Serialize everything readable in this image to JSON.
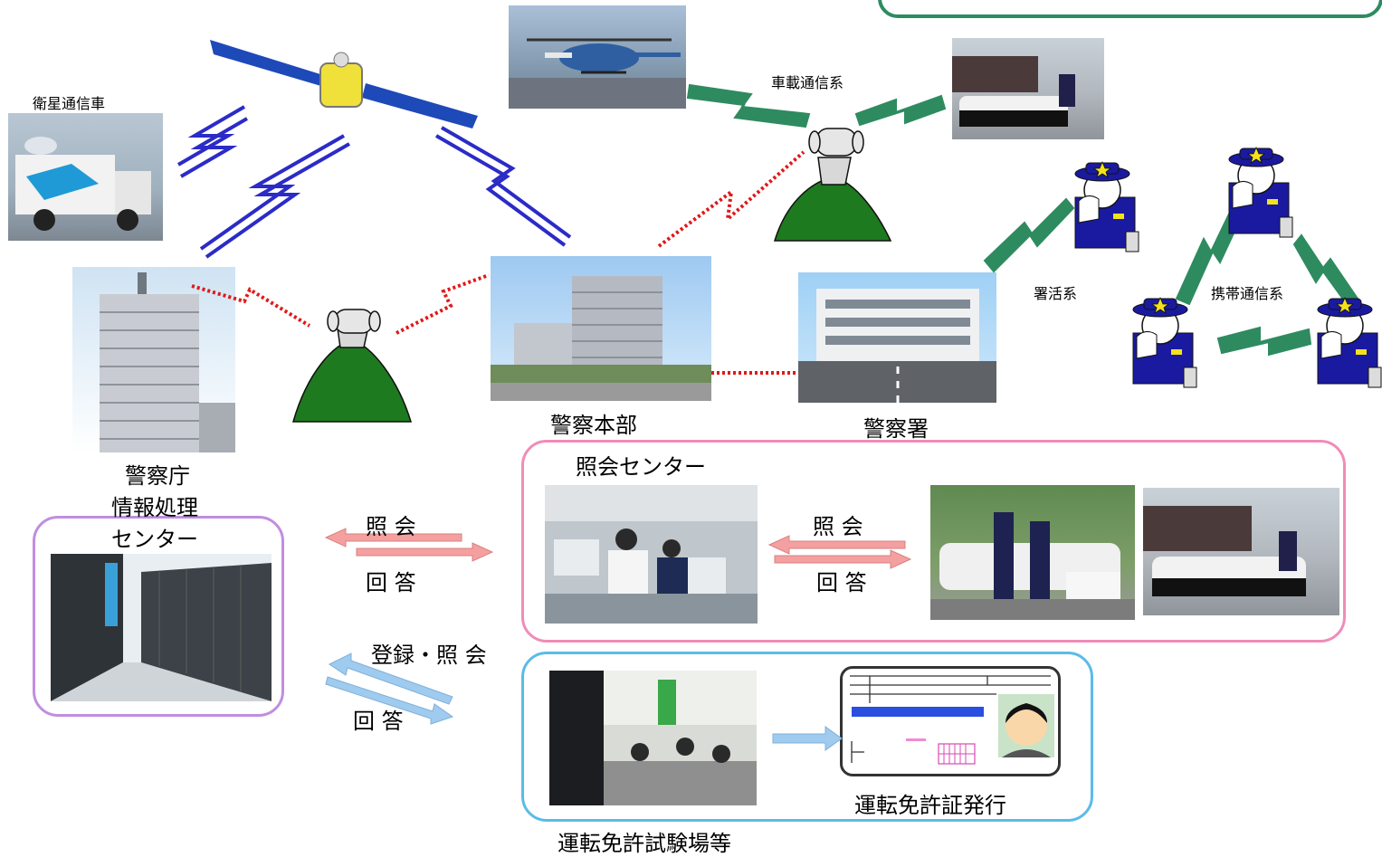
{
  "labels": {
    "satellite_vehicle": "衛星通信車",
    "vehicle_radio": "車載通信系",
    "station_radio": "署活系",
    "portable_radio": "携帯通信系",
    "npa_line1": "警察庁",
    "npa_line2": "情報処理",
    "npa_line3": "センター",
    "prefectural_hq": "警察本部",
    "police_station": "警察署",
    "inquiry_center": "照会センター",
    "query1": "照 会",
    "answer1": "回 答",
    "query2": "照 会",
    "answer2": "回 答",
    "register_query": "登録・照 会",
    "answer3": "回 答",
    "license_issue": "運転免許証発行",
    "license_center": "運転免許試験場等"
  },
  "colors": {
    "satellite_link": "#2b2bc8",
    "radio_link": "#2e8b60",
    "wired_link": "#e01818",
    "inquiry_arrow": "#f4a0a0",
    "license_arrow": "#9fcbef",
    "inquiry_box": "#f08cb8",
    "license_box": "#5bbbe8",
    "npa_box": "#c08ee0",
    "mountain": "#1e7a1e",
    "police_uniform": "#1a1aa0"
  }
}
